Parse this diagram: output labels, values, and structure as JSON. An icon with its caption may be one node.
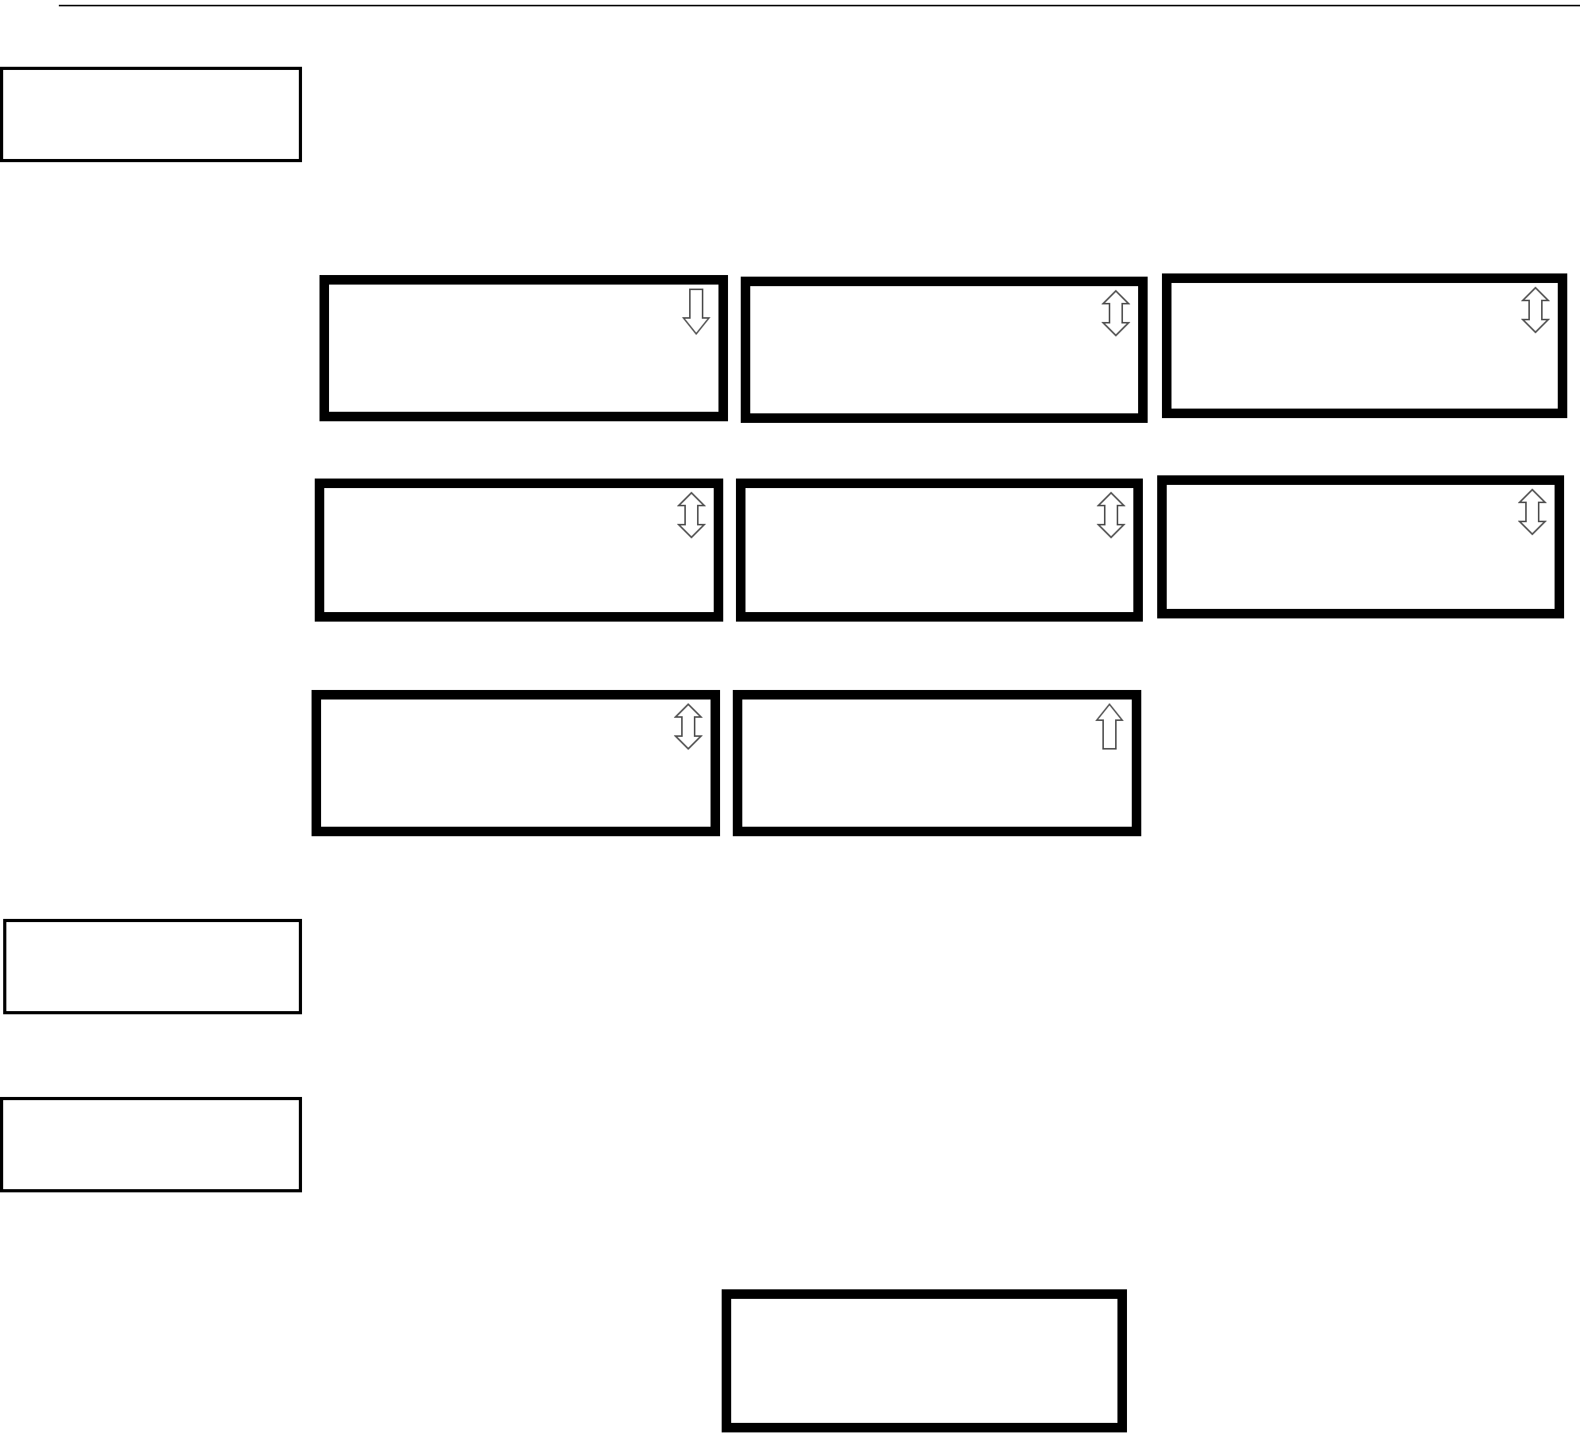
{
  "diagram": {
    "nodes": [
      {
        "text": [],
        "shape": "box"
      },
      {
        "text": [],
        "shape": "box"
      },
      {
        "text": [],
        "shape": "box"
      },
      {
        "text": [],
        "shape": "box"
      },
      {
        "text": [],
        "shape": "box"
      },
      {
        "text": [],
        "shape": "box"
      },
      {
        "text": [],
        "shape": "box"
      },
      {
        "text": [],
        "shape": "box"
      },
      {
        "text": [],
        "shape": "box"
      },
      {
        "text": [],
        "shape": "box"
      },
      {
        "text": [],
        "shape": "box"
      },
      {
        "text": [],
        "shape": "box"
      }
    ]
  }
}
